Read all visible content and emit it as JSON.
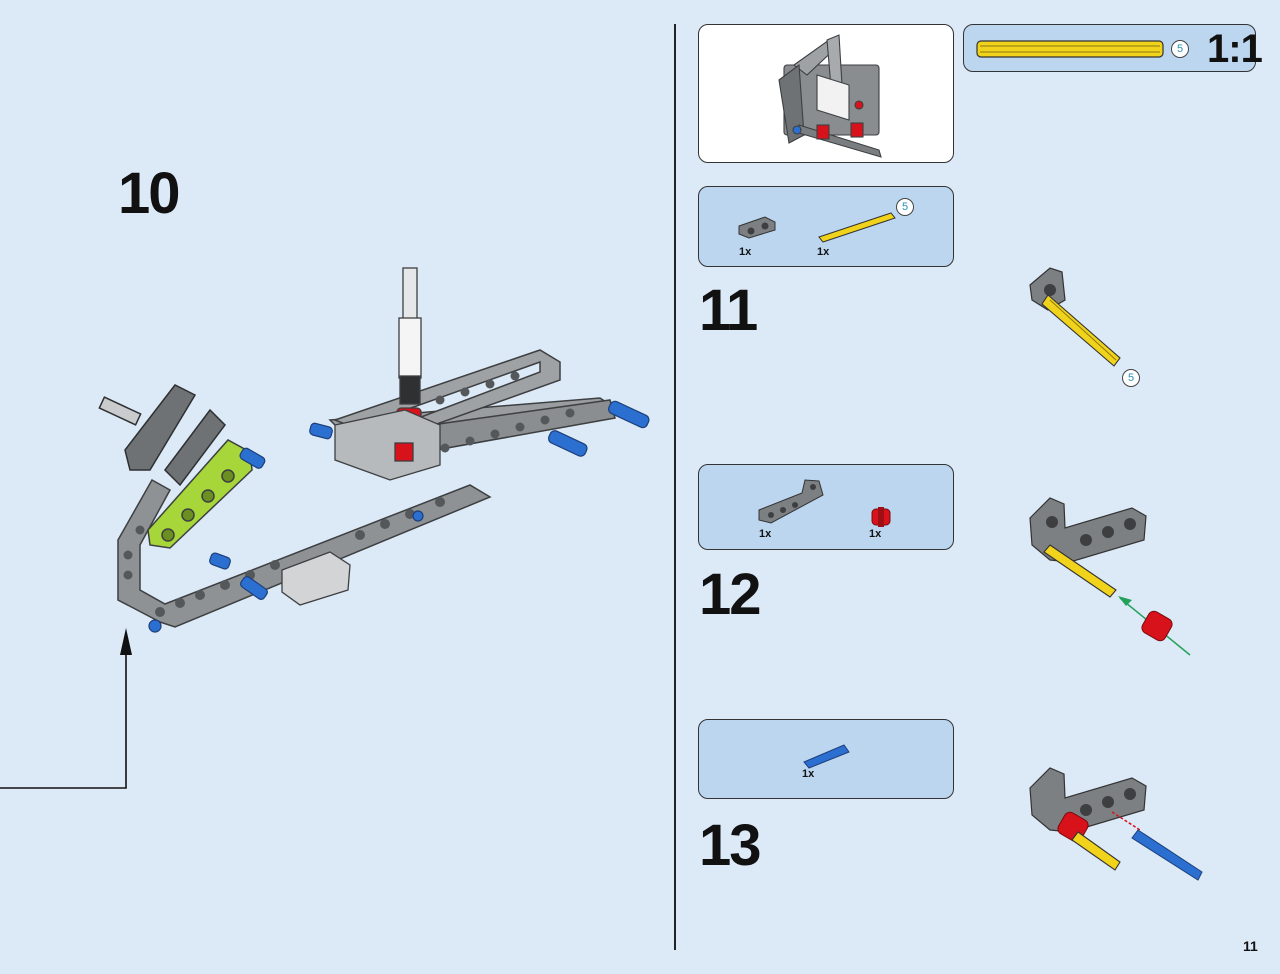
{
  "steps": {
    "s10": "10",
    "s11": "11",
    "s12": "12",
    "s13": "13"
  },
  "parts_list": {
    "step11": {
      "part_a_qty": "1x",
      "part_b_qty": "1x",
      "axle_length": "5"
    },
    "step12": {
      "part_a_qty": "1x",
      "part_b_qty": "1x"
    },
    "step13": {
      "part_a_qty": "1x"
    }
  },
  "scale_ref": {
    "length": "5",
    "label": "1:1"
  },
  "step11_callout": {
    "axle_length": "5"
  },
  "page_number": "11",
  "colors": {
    "background": "#dce9f7",
    "parts_box": "#bcd6f0",
    "gray_part": "#8a8d8f",
    "yellow_part": "#f2d31b",
    "blue_part": "#2b6fd1",
    "red_part": "#d8121b",
    "lime_part": "#a6d63a",
    "arrow_green": "#23a05a"
  }
}
